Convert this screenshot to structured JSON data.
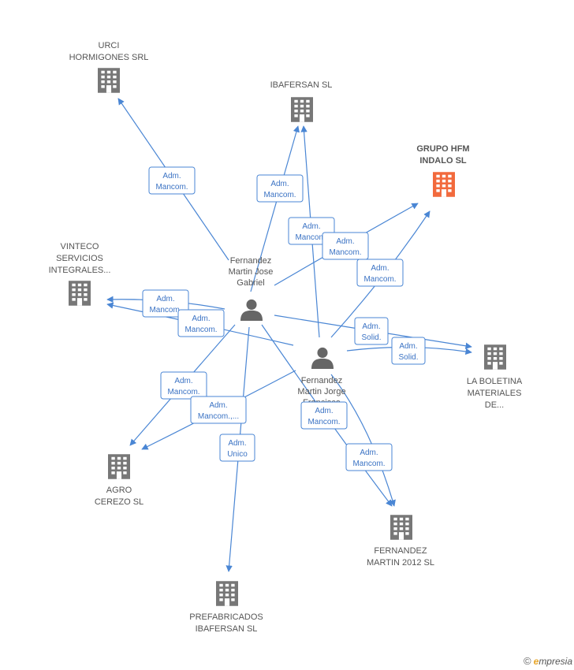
{
  "colors": {
    "edge": "#4a86d4",
    "building": "#777777",
    "building_main": "#f26a3d",
    "person": "#666666"
  },
  "companies": [
    {
      "id": "urci",
      "icon": "building-icon",
      "lines": [
        "URCI",
        "HORMIGONES SRL"
      ],
      "main": false
    },
    {
      "id": "ibafersan",
      "icon": "building-icon",
      "lines": [
        "IBAFERSAN SL"
      ],
      "main": false
    },
    {
      "id": "grupo",
      "icon": "building-icon",
      "lines": [
        "GRUPO HFM",
        "INDALO SL"
      ],
      "main": true
    },
    {
      "id": "vinteco",
      "icon": "building-icon",
      "lines": [
        "VINTECO",
        "SERVICIOS",
        "INTEGRALES..."
      ],
      "main": false
    },
    {
      "id": "boletina",
      "icon": "building-icon",
      "lines": [
        "LA BOLETINA",
        "MATERIALES",
        "DE..."
      ],
      "main": false
    },
    {
      "id": "agro",
      "icon": "building-icon",
      "lines": [
        "AGRO",
        "CEREZO  SL"
      ],
      "main": false
    },
    {
      "id": "fm2012",
      "icon": "building-icon",
      "lines": [
        "FERNANDEZ",
        "MARTIN 2012 SL"
      ],
      "main": false
    },
    {
      "id": "prefab",
      "icon": "building-icon",
      "lines": [
        "PREFABRICADOS",
        "IBAFERSAN SL"
      ],
      "main": false
    }
  ],
  "persons": [
    {
      "id": "jose",
      "icon": "person-icon",
      "lines": [
        "Fernandez",
        "Martin Jose",
        "Gabriel"
      ]
    },
    {
      "id": "jorge",
      "icon": "person-icon",
      "lines": [
        "Fernandez",
        "Martin Jorge",
        "Francisco"
      ]
    }
  ],
  "relations": [
    {
      "id": "r1",
      "lines": [
        "Adm.",
        "Mancom."
      ]
    },
    {
      "id": "r2",
      "lines": [
        "Adm.",
        "Mancom."
      ]
    },
    {
      "id": "r3",
      "lines": [
        "Adm.",
        "Mancom."
      ]
    },
    {
      "id": "r4",
      "lines": [
        "Adm.",
        "Mancom."
      ]
    },
    {
      "id": "r5",
      "lines": [
        "Adm.",
        "Mancom."
      ]
    },
    {
      "id": "r6",
      "lines": [
        "Adm.",
        "Mancom."
      ]
    },
    {
      "id": "r7",
      "lines": [
        "Adm.",
        "Mancom."
      ]
    },
    {
      "id": "r8",
      "lines": [
        "Adm.",
        "Solid."
      ]
    },
    {
      "id": "r9",
      "lines": [
        "Adm.",
        "Solid."
      ]
    },
    {
      "id": "r10",
      "lines": [
        "Adm.",
        "Mancom."
      ]
    },
    {
      "id": "r11",
      "lines": [
        "Adm.",
        "Mancom.,..."
      ]
    },
    {
      "id": "r12",
      "lines": [
        "Adm.",
        "Unico"
      ]
    },
    {
      "id": "r13",
      "lines": [
        "Adm.",
        "Mancom."
      ]
    },
    {
      "id": "r14",
      "lines": [
        "Adm.",
        "Mancom."
      ]
    }
  ],
  "footer": {
    "copyright": "©",
    "brand_first": "e",
    "brand_rest": "mpresia"
  }
}
